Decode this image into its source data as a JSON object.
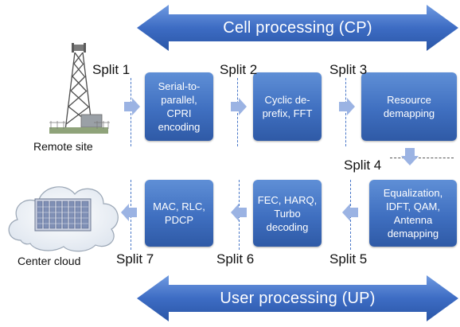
{
  "banners": {
    "top": "Cell processing (CP)",
    "bottom": "User processing (UP)"
  },
  "blocks": [
    "Serial-to-\nparallel,\nCPRI\nencoding",
    "Cyclic de-\nprefix, FFT",
    "Resource\ndemapping",
    "Equalization,\nIDFT, QAM,\nAntenna\ndemapping",
    "FEC, HARQ,\nTurbo\ndecoding",
    "MAC, RLC,\nPDCP"
  ],
  "splits": [
    "Split 1",
    "Split 2",
    "Split 3",
    "Split 4",
    "Split 5",
    "Split 6",
    "Split 7"
  ],
  "captions": {
    "remote": "Remote site",
    "cloud": "Center cloud"
  },
  "colors": {
    "block": "#3f6fc0",
    "arrow": "#9bb3e3",
    "banner": "#3d6cc4"
  }
}
